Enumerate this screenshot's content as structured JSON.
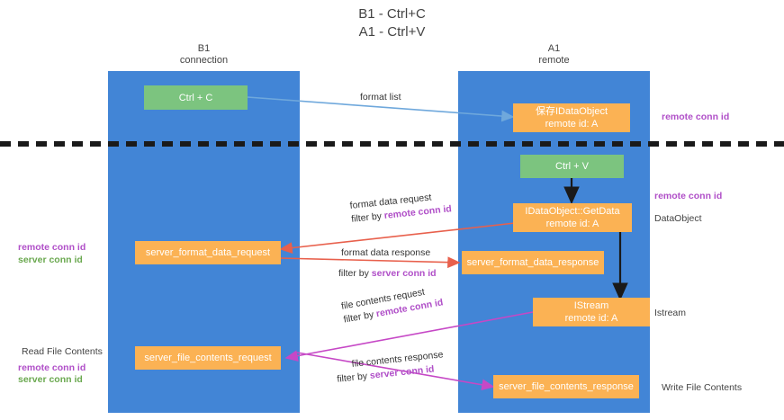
{
  "title": {
    "line1": "B1 - Ctrl+C",
    "line2": "A1 - Ctrl+V"
  },
  "columns": [
    {
      "name": "B1",
      "sub": "connection"
    },
    {
      "name": "A1",
      "sub": "remote"
    }
  ],
  "boxes": {
    "ctrl_c": "Ctrl + C",
    "ctrl_v": "Ctrl + V",
    "idataobject_line1": "保存IDataObject",
    "idataobject_line2": "remote id: A",
    "getdata_line1": "IDataObject::GetData",
    "getdata_line2": "remote id: A",
    "istream_line1": "IStream",
    "istream_line2": "remote id: A",
    "server_format_data_request": "server_format_data_request",
    "server_format_data_response": "server_format_data_response",
    "server_file_contents_request": "server_file_contents_request",
    "server_file_contents_response": "server_file_contents_response"
  },
  "right_labels": {
    "remote_conn_id_top": "remote conn id",
    "remote_conn_id_mid": "remote conn id",
    "dataobject": "DataObject",
    "istream": "Istream",
    "write_file_contents": "Write File Contents"
  },
  "left_labels": {
    "remote_conn_id_1": "remote conn id",
    "server_conn_id_1": "server conn id",
    "read_file_contents": "Read File Contents",
    "remote_conn_id_2": "remote conn id",
    "server_conn_id_2": "server conn id"
  },
  "edges": {
    "format_list": "format list",
    "format_data_request": "format data request",
    "filter_by_remote_1_prefix": "filter by ",
    "filter_by_remote_1_value": "remote conn id",
    "format_data_response": "format data response",
    "filter_by_server_1_prefix": "filter by ",
    "filter_by_server_1_value": "server conn id",
    "file_contents_request": "file contents request",
    "filter_by_remote_2_prefix": "filter by ",
    "filter_by_remote_2_value": "remote conn id",
    "file_contents_response": "file contents response",
    "filter_by_server_2_prefix": "filter by ",
    "filter_by_server_2_value": "server conn id"
  },
  "colors": {
    "lane": "#4285d6",
    "green_box": "#7cc47f",
    "orange_box": "#fbb254",
    "purple": "#b04fc8",
    "green_text": "#6aa84f",
    "divider": "#1a1a1a",
    "arrow_blue": "#6fa8dc",
    "arrow_red": "#e8604c",
    "arrow_magenta": "#c648c6",
    "arrow_black": "#1a1a1a"
  }
}
